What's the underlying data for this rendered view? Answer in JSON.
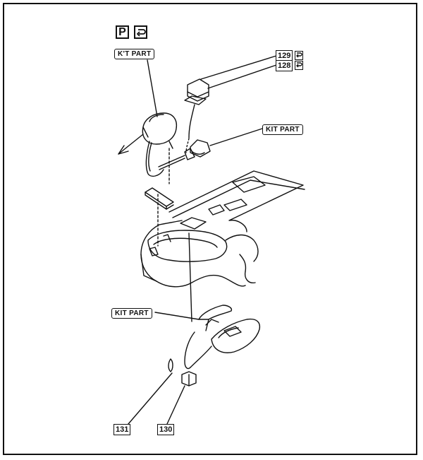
{
  "header": {
    "parking_symbol": "P",
    "return_icon": "return-arrow-icon"
  },
  "labels": {
    "kit_part_top": "K'T PART",
    "kit_part_middle": "KIT PART",
    "kit_part_bottom": "KIT PART"
  },
  "callouts": {
    "c129": "129",
    "c128": "128",
    "c131": "131",
    "c130": "130"
  },
  "colors": {
    "line": "#111111",
    "background": "#ffffff"
  }
}
